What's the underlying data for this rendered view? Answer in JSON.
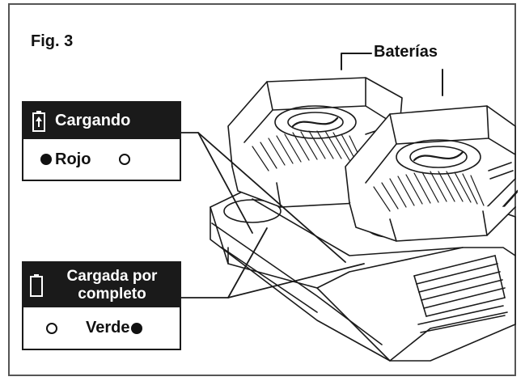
{
  "figure": {
    "title": "Fig. 3",
    "callout_label": "Baterías"
  },
  "charging_panel": {
    "header": "Cargando",
    "color_label": "Rojo",
    "header_icon": "battery-charging-icon",
    "filled_led_color": "#111111"
  },
  "charged_panel": {
    "header_line1": "Cargada por",
    "header_line2": "completo",
    "color_label": "Verde",
    "header_icon": "battery-empty-icon",
    "filled_led_color": "#111111"
  },
  "colors": {
    "ink": "#1a1a1a",
    "frame": "#555555",
    "background": "#ffffff"
  }
}
